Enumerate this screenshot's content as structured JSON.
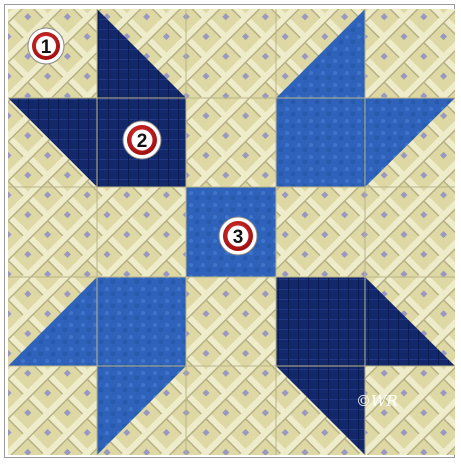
{
  "image": {
    "subject": "quilt-block",
    "colors": {
      "background_fabric": "#ddd8a4",
      "lattice_light": "#efeccc",
      "lattice_shadow": "#b6b184",
      "dot": "#9a98c0",
      "navy": "#13286a",
      "navy_dark": "#0b1c52",
      "medium_blue": "#2f63bb",
      "medium_blue_light": "#3e74c9",
      "badge_red": "#c21a1a",
      "badge_white": "#ffffff"
    }
  },
  "badges": [
    {
      "label": "1"
    },
    {
      "label": "2"
    },
    {
      "label": "3"
    }
  ],
  "watermark": {
    "text": "©WR"
  }
}
